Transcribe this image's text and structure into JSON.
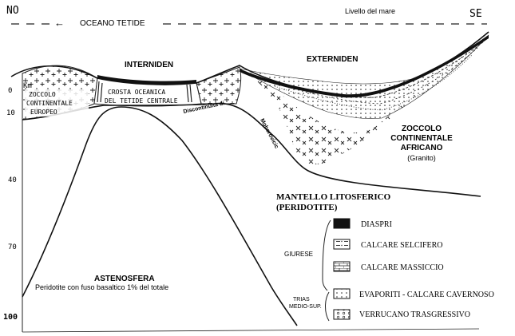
{
  "directions": {
    "left": "NO",
    "right": "SE"
  },
  "sea_level": "Livello del mare",
  "ocean": "OCEANO TETIDE",
  "arrow_glyph": "←",
  "zones": {
    "interniden": "INTERNIDEN",
    "externiden": "EXTERNIDEN"
  },
  "depth_axis": {
    "unit": "Km",
    "ticks": [
      "0",
      "10",
      "40",
      "70",
      "100"
    ]
  },
  "european_crust": [
    "ZOCCOLO",
    "CONTINENTALE",
    "EUROPEO"
  ],
  "oceanic_crust": [
    "CROSTA OCEANICA",
    "DEL TETIDE CENTRALE"
  ],
  "moho": {
    "line1": "Discontinuità di",
    "line2": "Mohorovicic"
  },
  "african_crust": {
    "line1": "ZOCCOLO",
    "line2": "CONTINENTALE",
    "line3": "AFRICANO",
    "note": "(Granito)"
  },
  "mantle": {
    "line1": "MANTELLO LITOSFERICO",
    "line2": "(PERIDOTITE)"
  },
  "asthenosphere": {
    "title": "ASTENOSFERA",
    "note": "Peridotite con fuso basaltico 1% del totale"
  },
  "legend": {
    "group_jurassic": "GIURESE",
    "group_trias_1": "TRIAS",
    "group_trias_2": "MEDIO-SUP.",
    "items": [
      "DIASPRI",
      "CALCARE SELCIFERO",
      "CALCARE MASSICCIO",
      "EVAPORITI - CALCARE CAVERNOSO",
      "VERRUCANO TRASGRESSIVO"
    ]
  },
  "colors": {
    "ink": "#111111",
    "paper": "#ffffff"
  }
}
